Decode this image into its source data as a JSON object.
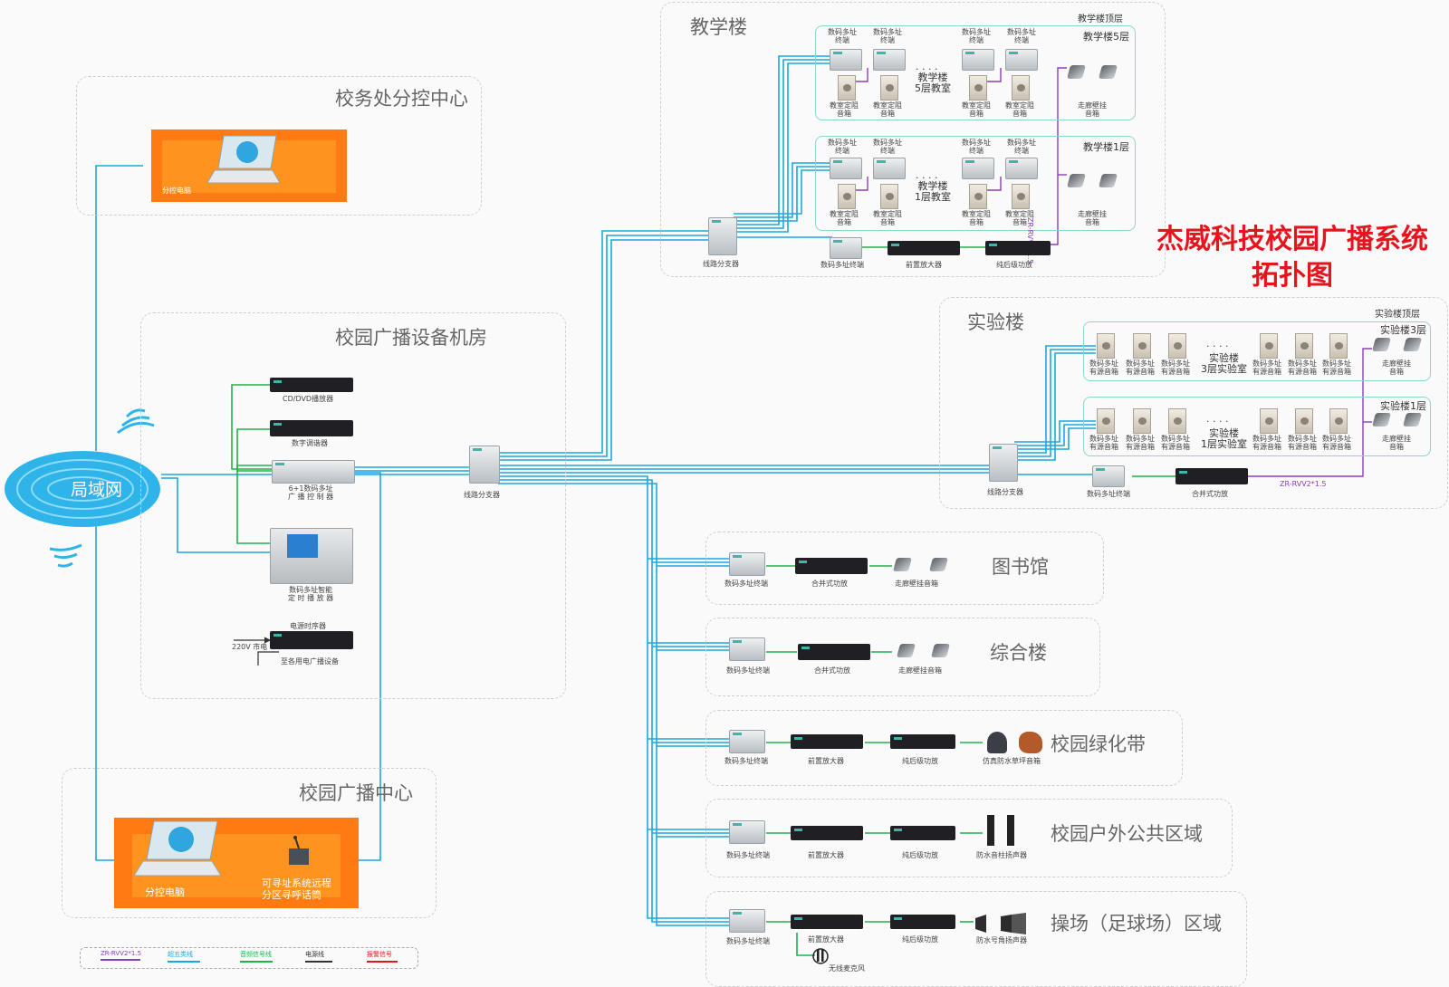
{
  "title": {
    "line1": "杰威科技校园广播系统",
    "line2": "拓扑图"
  },
  "colors": {
    "ethernet": "#1ba8e0",
    "audio": "#22b24c",
    "rvv": "#8a3fb8",
    "title": "#e8141d",
    "orange": "#ff7a13",
    "zone_border": "#cfcfcf",
    "floor_border": "#8fd3d3"
  },
  "zones": {
    "principal_office": {
      "title": "校务处分控中心",
      "pc_label": "分控电脑"
    },
    "equipment_room": {
      "title": "校园广播设备机房",
      "cd_player": "CD/DVD播放器",
      "tuner": "数字调谐器",
      "controller": "6+1数码多址\n广 播 控 制 器",
      "timer_player": "数码多址智能\n定 时 播 放 器",
      "power_sequencer": "电源时序器",
      "mains": "220V 市电",
      "backup_power": "至各用电广播设备"
    },
    "broadcast_center": {
      "title": "校园广播中心",
      "pc_label": "分控电脑",
      "mic_label": "可寻址系统远程\n分区寻呼话筒"
    },
    "lan": {
      "label": "局域网"
    },
    "main_splitter": "线路分支器",
    "teaching_building": {
      "title": "教学楼",
      "roof": "教学楼顶层",
      "floor5": "教学楼5层",
      "floor1": "教学楼1层",
      "terminal": "数码多址\n终端",
      "speaker": "教室定阻\n音箱",
      "classroom5": "教学楼\n5层教室",
      "classroom1": "教学楼\n1层教室",
      "corridor": "走廊壁挂\n音箱",
      "rvv": "ZR-RVV2*1.5",
      "splitter": "线路分支器",
      "bottom_terminal": "数码多址终端",
      "preamp": "前置放大器",
      "power_amp": "纯后级功放",
      "dots": "· · · ·"
    },
    "lab_building": {
      "title": "实验楼",
      "roof": "实验楼顶层",
      "floor3": "实验楼3层",
      "floor1": "实验楼1层",
      "active_speaker": "数码多址\n有源音箱",
      "lab3": "实验楼\n3层实验室",
      "lab1": "实验楼\n1层实验室",
      "corridor": "走廊壁挂\n音箱",
      "splitter": "线路分支器",
      "terminal": "数码多址终端",
      "mixer_amp": "合并式功放",
      "rvv": "ZR-RVV2*1.5",
      "dots": "· · · ·"
    },
    "library": {
      "title": "图书馆",
      "terminal": "数码多址终端",
      "amp": "合并式功放",
      "speaker": "走廊壁挂音箱"
    },
    "complex": {
      "title": "综合楼",
      "terminal": "数码多址终端",
      "amp": "合并式功放",
      "speaker": "走廊壁挂音箱"
    },
    "greenbelt": {
      "title": "校园绿化带",
      "terminal": "数码多址终端",
      "preamp": "前置放大器",
      "power_amp": "纯后级功放",
      "speaker": "仿真防水草坪音箱"
    },
    "outdoor": {
      "title": "校园户外公共区域",
      "terminal": "数码多址终端",
      "preamp": "前置放大器",
      "power_amp": "纯后级功放",
      "speaker": "防水音柱扬声器"
    },
    "playground": {
      "title": "操场（足球场）区域",
      "terminal": "数码多址终端",
      "preamp": "前置放大器",
      "power_amp": "纯后级功放",
      "speaker": "防水号角扬声器",
      "mic": "无线麦克风"
    }
  },
  "legend": [
    {
      "label": "ZR-RVV2*1.5",
      "color": "#8a3fb8"
    },
    {
      "label": "超五类线",
      "color": "#1ba8e0"
    },
    {
      "label": "音频信号线",
      "color": "#22b24c"
    },
    {
      "label": "电源线",
      "color": "#333333"
    },
    {
      "label": "报警信号",
      "color": "#e8141d"
    }
  ]
}
